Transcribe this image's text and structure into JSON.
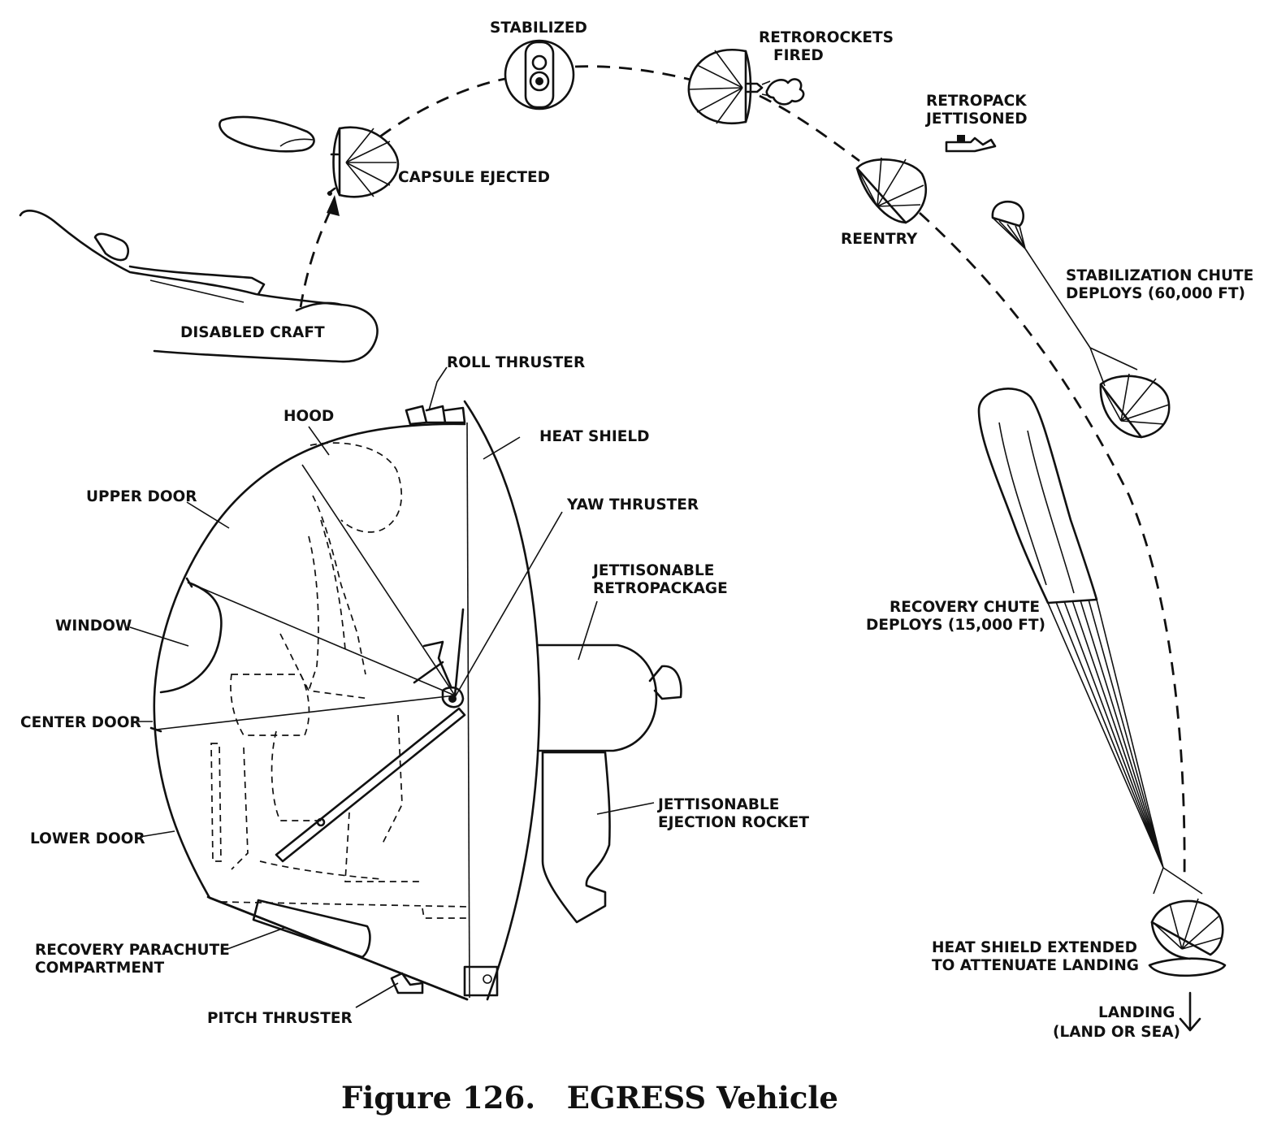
{
  "figure": {
    "caption": "Figure 126.   EGRESS Vehicle"
  },
  "sequence": {
    "stabilized": "STABILIZED",
    "retrorockets_line1": "RETROROCKETS",
    "retrorockets_line2": "FIRED",
    "retropack_line1": "RETROPACK",
    "retropack_line2": "JETTISONED",
    "capsule_ejected": "CAPSULE EJECTED",
    "reentry": "REENTRY",
    "disabled_craft": "DISABLED CRAFT",
    "stab_chute_line1": "STABILIZATION CHUTE",
    "stab_chute_line2": "DEPLOYS (60,000 FT)",
    "recovery_chute_line1": "RECOVERY CHUTE",
    "recovery_chute_line2": "DEPLOYS (15,000 FT)",
    "heat_shield_ext_line1": "HEAT SHIELD EXTENDED",
    "heat_shield_ext_line2": "TO ATTENUATE LANDING",
    "landing_line1": "LANDING",
    "landing_line2": "(LAND OR SEA)"
  },
  "vehicle_labels": {
    "roll_thruster": "ROLL THRUSTER",
    "hood": "HOOD",
    "heat_shield": "HEAT SHIELD",
    "upper_door": "UPPER DOOR",
    "yaw_thruster": "YAW THRUSTER",
    "retropackage_line1": "JETTISONABLE",
    "retropackage_line2": "RETROPACKAGE",
    "window": "WINDOW",
    "center_door": "CENTER DOOR",
    "ejection_rocket_line1": "JETTISONABLE",
    "ejection_rocket_line2": "EJECTION ROCKET",
    "lower_door": "LOWER DOOR",
    "parachute_line1": "RECOVERY PARACHUTE",
    "parachute_line2": "COMPARTMENT",
    "pitch_thruster": "PITCH THRUSTER"
  }
}
